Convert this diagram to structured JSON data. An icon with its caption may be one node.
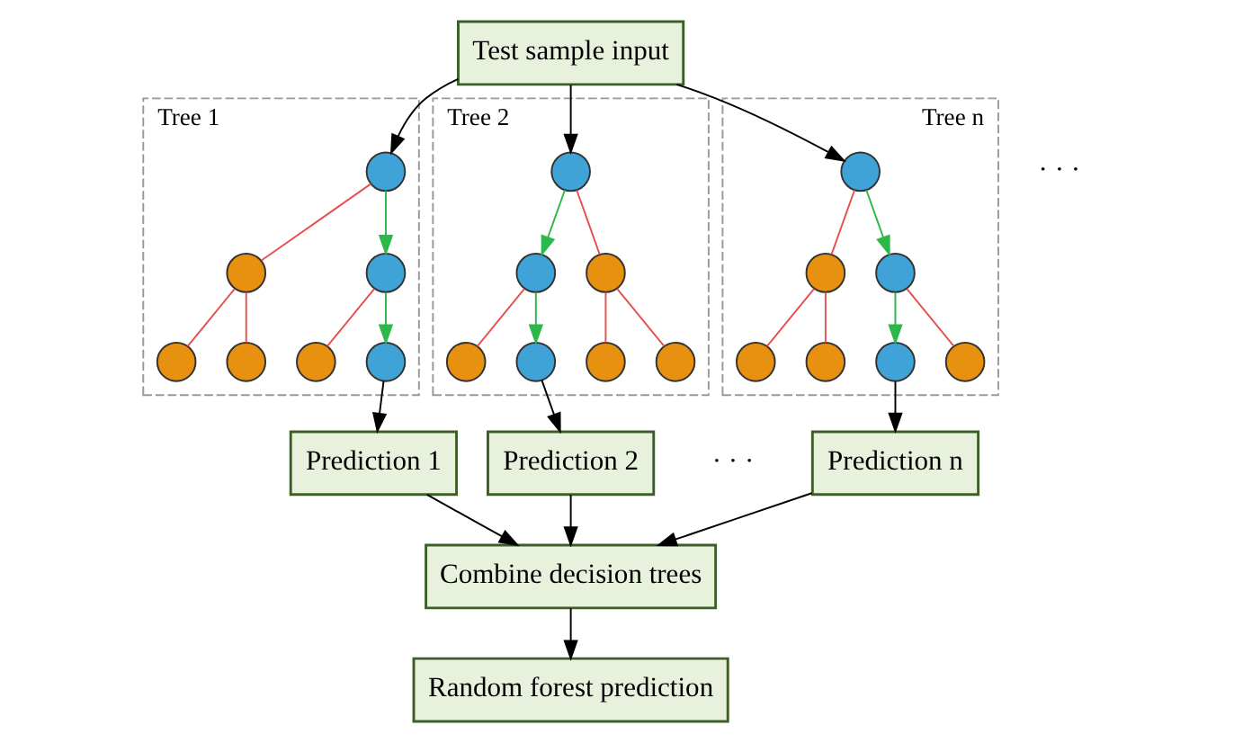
{
  "diagram": {
    "nodes": [
      {
        "text": [
          "Test sample input"
        ]
      },
      {
        "text": [
          "Tree 1"
        ]
      },
      {
        "text": [],
        "shape": "circle",
        "in": 1
      },
      {
        "text": [],
        "shape": "circle",
        "in": 1
      },
      {
        "text": [],
        "shape": "circle",
        "in": 1
      },
      {
        "text": [],
        "shape": "circle",
        "in": 1
      },
      {
        "text": [],
        "shape": "circle",
        "in": 1
      },
      {
        "text": [],
        "shape": "circle",
        "in": 1
      },
      {
        "text": [],
        "shape": "circle",
        "in": 1
      },
      {
        "text": [
          "Tree 2"
        ]
      },
      {
        "text": [],
        "shape": "circle",
        "in": 9
      },
      {
        "text": [],
        "shape": "circle",
        "in": 9
      },
      {
        "text": [],
        "shape": "circle",
        "in": 9
      },
      {
        "text": [],
        "shape": "circle",
        "in": 9
      },
      {
        "text": [],
        "shape": "circle",
        "in": 9
      },
      {
        "text": [],
        "shape": "circle",
        "in": 9
      },
      {
        "text": [],
        "shape": "circle",
        "in": 9
      },
      {
        "text": [
          "Tree n"
        ]
      },
      {
        "text": [],
        "shape": "circle",
        "in": 17
      },
      {
        "text": [],
        "shape": "circle",
        "in": 17
      },
      {
        "text": [],
        "shape": "circle",
        "in": 17
      },
      {
        "text": [],
        "shape": "circle",
        "in": 17
      },
      {
        "text": [],
        "shape": "circle",
        "in": 17
      },
      {
        "text": [],
        "shape": "circle",
        "in": 17
      },
      {
        "text": [],
        "shape": "circle",
        "in": 17
      },
      {
        "text": [
          "Prediction 1"
        ]
      },
      {
        "text": [
          "Prediction 2"
        ]
      },
      {
        "text": [
          "Prediction n"
        ]
      },
      {
        "text": [
          "Combine decision trees"
        ]
      },
      {
        "text": [
          "Random forest prediction"
        ]
      }
    ],
    "edges": [
      {
        "from": 0,
        "to": 2,
        "arrow": "to",
        "color": "#000000"
      },
      {
        "from": 0,
        "to": 10,
        "arrow": "to",
        "color": "#000000"
      },
      {
        "from": 0,
        "to": 18,
        "arrow": "to",
        "color": "#000000"
      },
      {
        "from": 2,
        "to": 3,
        "arrow": "none"
      },
      {
        "from": 2,
        "to": 4,
        "arrow": "to",
        "color": "#2db84a"
      },
      {
        "from": 3,
        "to": 5,
        "arrow": "none"
      },
      {
        "from": 3,
        "to": 6,
        "arrow": "none"
      },
      {
        "from": 4,
        "to": 7,
        "arrow": "none"
      },
      {
        "from": 4,
        "to": 8,
        "arrow": "to",
        "color": "#2db84a"
      },
      {
        "from": 10,
        "to": 11,
        "arrow": "to",
        "color": "#2db84a"
      },
      {
        "from": 10,
        "to": 12,
        "arrow": "none"
      },
      {
        "from": 11,
        "to": 13,
        "arrow": "none"
      },
      {
        "from": 11,
        "to": 14,
        "arrow": "to",
        "color": "#2db84a"
      },
      {
        "from": 12,
        "to": 15,
        "arrow": "none"
      },
      {
        "from": 12,
        "to": 16,
        "arrow": "none"
      },
      {
        "from": 18,
        "to": 19,
        "arrow": "none"
      },
      {
        "from": 18,
        "to": 20,
        "arrow": "to",
        "color": "#2db84a"
      },
      {
        "from": 19,
        "to": 21,
        "arrow": "none"
      },
      {
        "from": 19,
        "to": 22,
        "arrow": "none"
      },
      {
        "from": 20,
        "to": 23,
        "arrow": "to",
        "color": "#2db84a"
      },
      {
        "from": 20,
        "to": 24,
        "arrow": "none"
      },
      {
        "from": 8,
        "to": 25,
        "arrow": "to",
        "color": "#000000"
      },
      {
        "from": 14,
        "to": 26,
        "arrow": "to",
        "color": "#000000"
      },
      {
        "from": 23,
        "to": 27,
        "arrow": "to",
        "color": "#000000"
      },
      {
        "from": 25,
        "to": 28,
        "arrow": "to",
        "color": "#000000"
      },
      {
        "from": 26,
        "to": 28,
        "arrow": "to",
        "color": "#000000"
      },
      {
        "from": 27,
        "to": 28,
        "arrow": "to",
        "color": "#000000"
      },
      {
        "from": 28,
        "to": 29,
        "arrow": "to",
        "color": "#000000"
      }
    ],
    "labels": [
      "· · ·",
      "· · ·"
    ]
  }
}
